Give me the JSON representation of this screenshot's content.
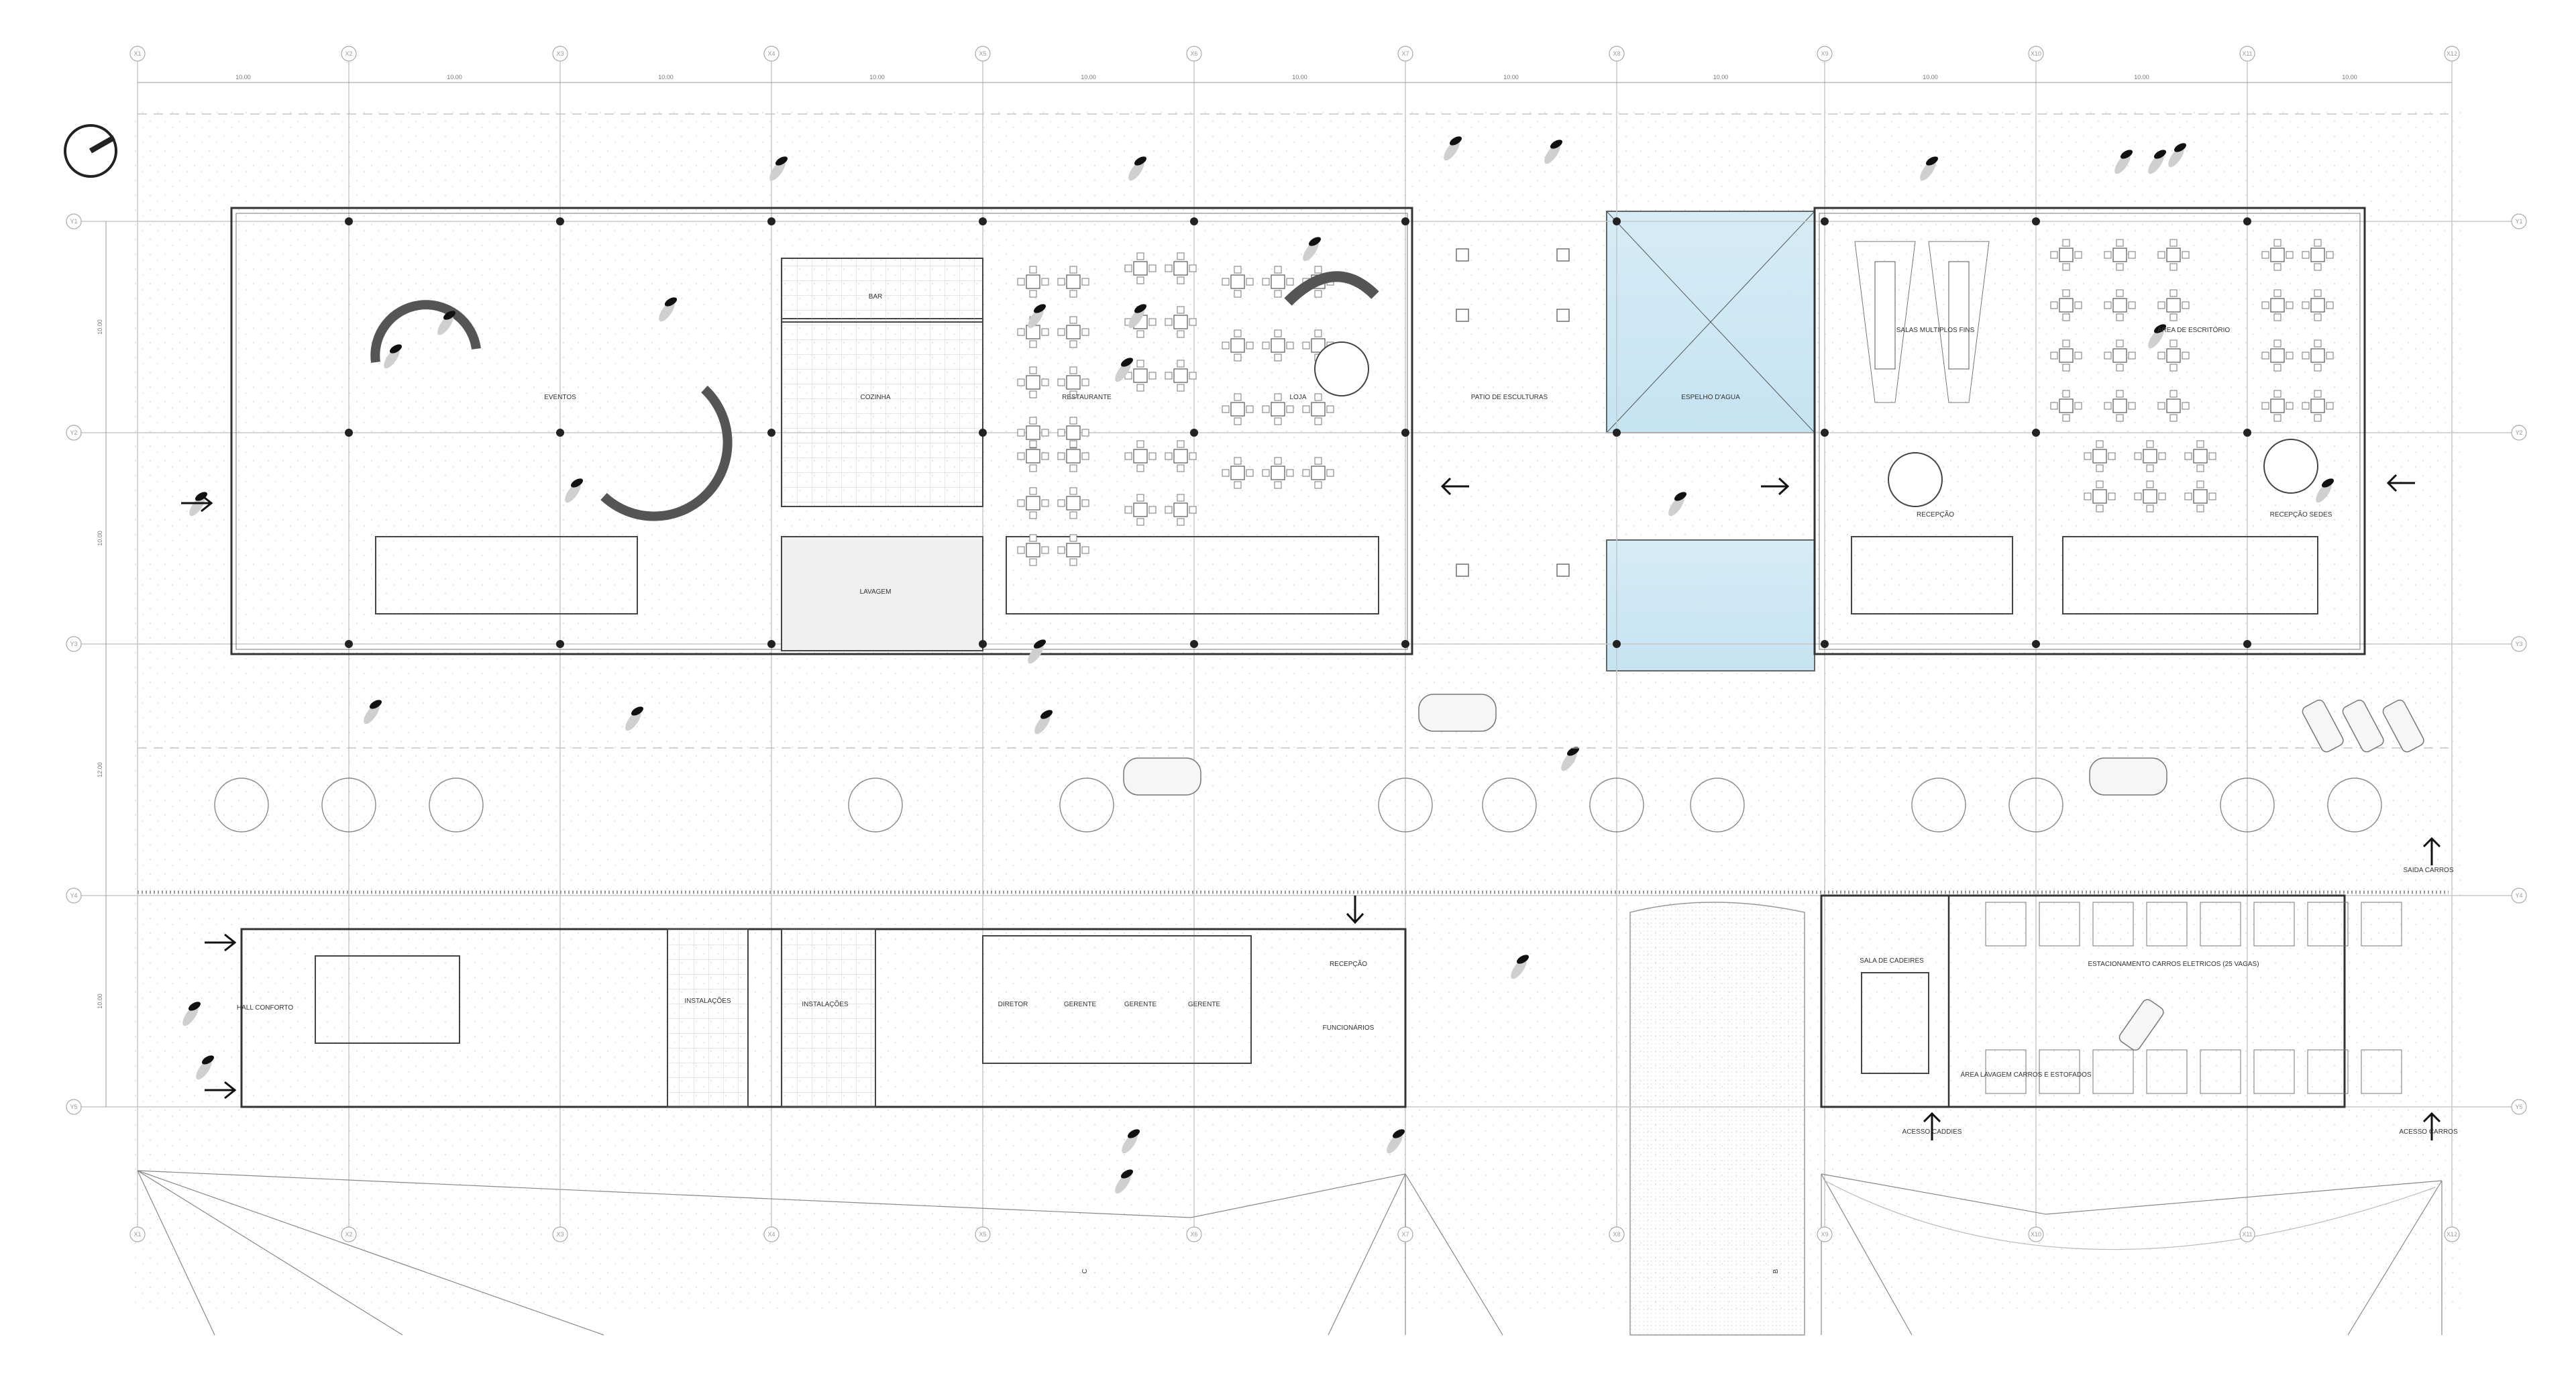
{
  "grid": {
    "columns": [
      "X1",
      "X2",
      "X3",
      "X4",
      "X5",
      "X6",
      "X7",
      "X8",
      "X9",
      "X10",
      "X11",
      "X12"
    ],
    "rows": [
      "Y1",
      "Y2",
      "Y3",
      "Y4",
      "Y5"
    ]
  },
  "dimensions": {
    "horizontal": [
      "10.00",
      "10.00",
      "10.00",
      "10.00",
      "10.00",
      "10.00",
      "10.00",
      "10.00",
      "10.00",
      "10.00",
      "10.00"
    ],
    "vertical": [
      "10.00",
      "10.00",
      "12.00",
      "10.00"
    ]
  },
  "rooms": {
    "eventos": "EVENTOS",
    "bar": "BAR",
    "cozinha": "COZINHA",
    "lavagem": "LAVAGEM",
    "restaurante": "RESTAURANTE",
    "loja": "LOJA",
    "patio": "PATIO DE ESCULTURAS",
    "espelho": "ESPELHO D'AGUA",
    "salas": "SALAS MULTIPLOS FINS",
    "escritorio": "ÁREA DE ESCRITÓRIO",
    "recepcao1": "RECEPÇÃO",
    "recepcao_sedes": "RECEPÇÃO SEDES",
    "hall": "HALL CONFORTO",
    "instalacoes1": "INSTALAÇÕES",
    "instalacoes2": "INSTALAÇÕES",
    "diretor": "DIRETOR",
    "gerente1": "GERENTE",
    "gerente2": "GERENTE",
    "gerente3": "GERENTE",
    "recepcao2": "RECEPÇÃO",
    "funcionarios": "FUNCIONÁRIOS",
    "cadeiras": "SALA DE CADEIRES",
    "estacionamento": "ESTACIONAMENTO CARROS ELETRICOS (25 VAGAS)",
    "lavagem_carros": "ÁREA LAVAGEM CARROS E ESTOFADOS",
    "saida": "SAIDA CARROS",
    "acesso1": "ACESSO CADDIES",
    "acesso2": "ACESSO CARROS"
  },
  "section_marks": {
    "c": "C",
    "b": "B"
  }
}
